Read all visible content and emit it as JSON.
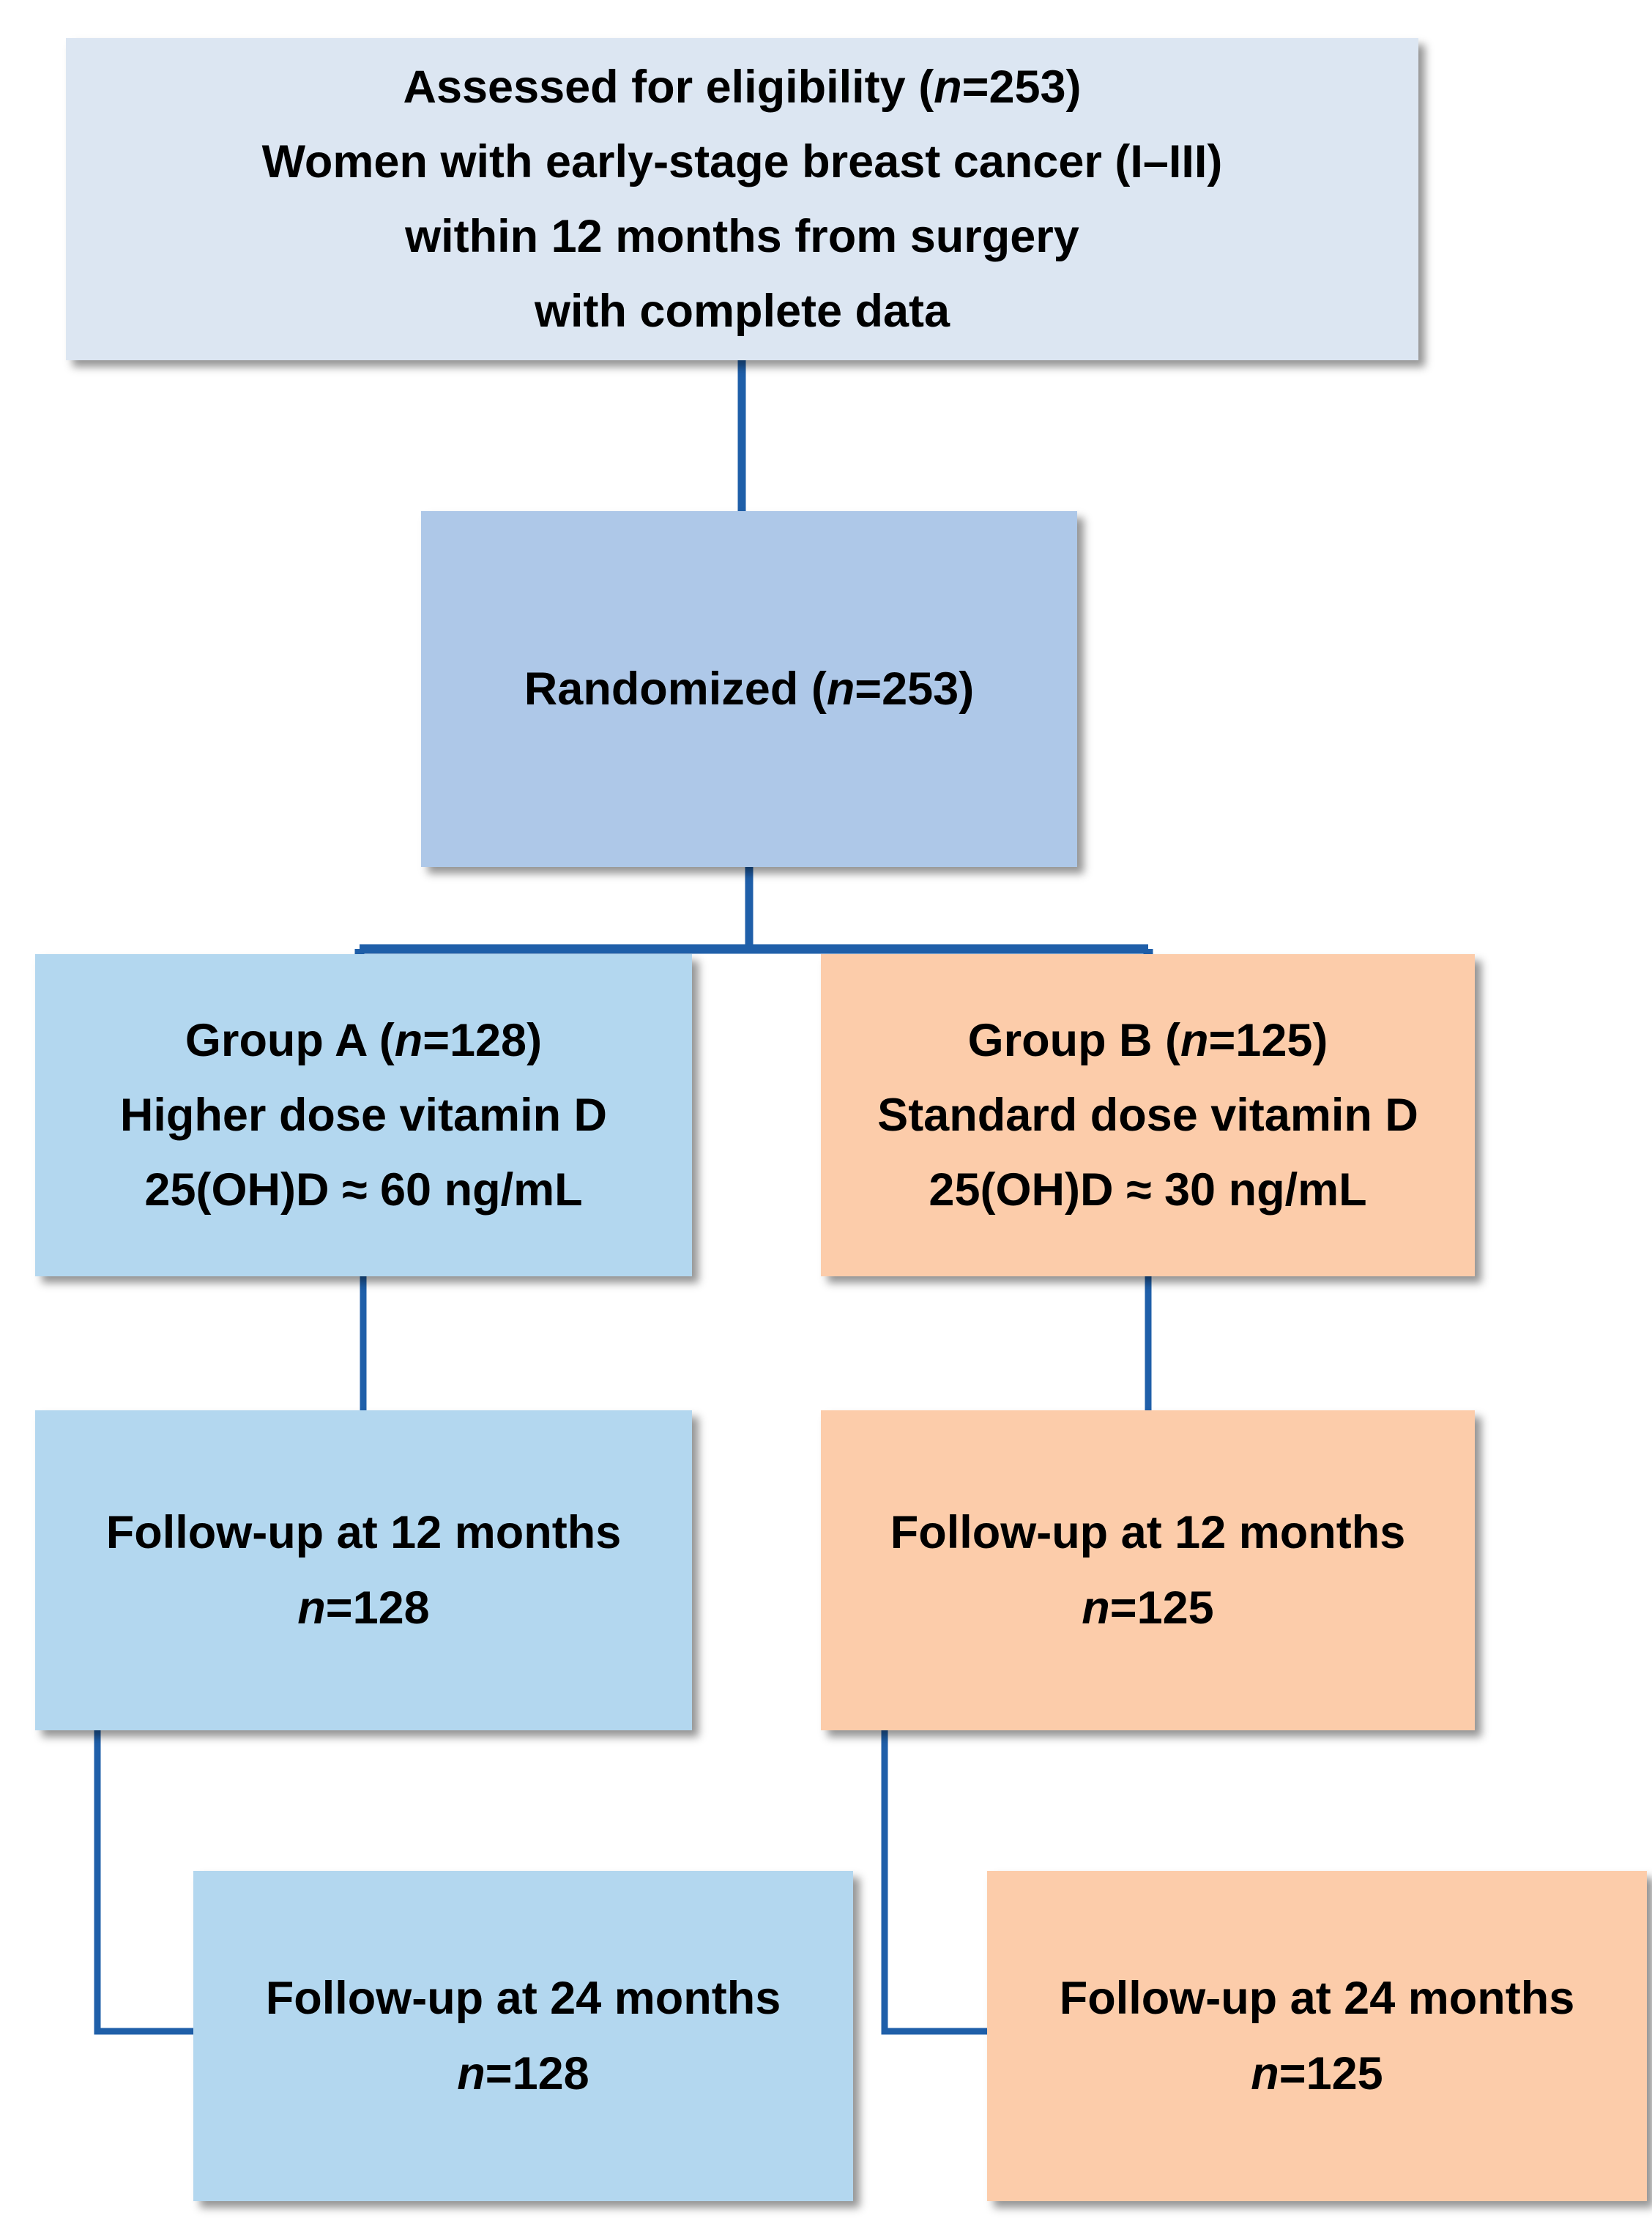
{
  "diagram": {
    "title": "CONSORT participant flow diagram",
    "type": "flowchart",
    "colors": {
      "box_eligibility_fill": "#DCE6F2",
      "box_randomized_fill": "#AEC8E8",
      "group_a_fill": "#B3D7EF",
      "group_b_fill": "#FCCCAA",
      "connector_line": "#1F5FA9",
      "text": "#000000"
    },
    "nodes": {
      "eligibility": {
        "lines": [
          "Assessed for eligibility (n=253)",
          "Women with early-stage breast cancer (I–III)",
          "within 12 months from surgery",
          "with complete data"
        ],
        "line1_prefix": "Assessed for eligibility (",
        "line1_italic": "n",
        "line1_suffix": "=253)",
        "line2": "Women with early-stage breast cancer (I–III)",
        "line3": "within 12 months from surgery",
        "line4": "with complete data"
      },
      "randomized": {
        "prefix": "Randomized (",
        "italic": "n",
        "suffix": "=253)"
      },
      "group_a": {
        "line1_prefix": "Group A (",
        "line1_italic": "n",
        "line1_suffix": "=128)",
        "line2": "Higher dose vitamin D",
        "line3": "25(OH)D ≈ 60 ng/mL"
      },
      "group_b": {
        "line1_prefix": "Group B (",
        "line1_italic": "n",
        "line1_suffix": "=125)",
        "line2": "Standard dose vitamin D",
        "line3": "25(OH)D ≈ 30 ng/mL"
      },
      "followup_12_a": {
        "line1": "Follow-up at 12 months",
        "line2_italic": "n",
        "line2_suffix": "=128"
      },
      "followup_12_b": {
        "line1": "Follow-up at 12 months",
        "line2_italic": "n",
        "line2_suffix": "=125"
      },
      "followup_24_a": {
        "line1": "Follow-up at 24 months",
        "line2_italic": "n",
        "line2_suffix": "=128"
      },
      "followup_24_b": {
        "line1": "Follow-up at 24 months",
        "line2_italic": "n",
        "line2_suffix": "=125"
      }
    },
    "counts": {
      "assessed": 253,
      "randomized": 253,
      "group_a": 128,
      "group_b": 125,
      "followup_12_a": 128,
      "followup_12_b": 125,
      "followup_24_a": 128,
      "followup_24_b": 125
    }
  }
}
